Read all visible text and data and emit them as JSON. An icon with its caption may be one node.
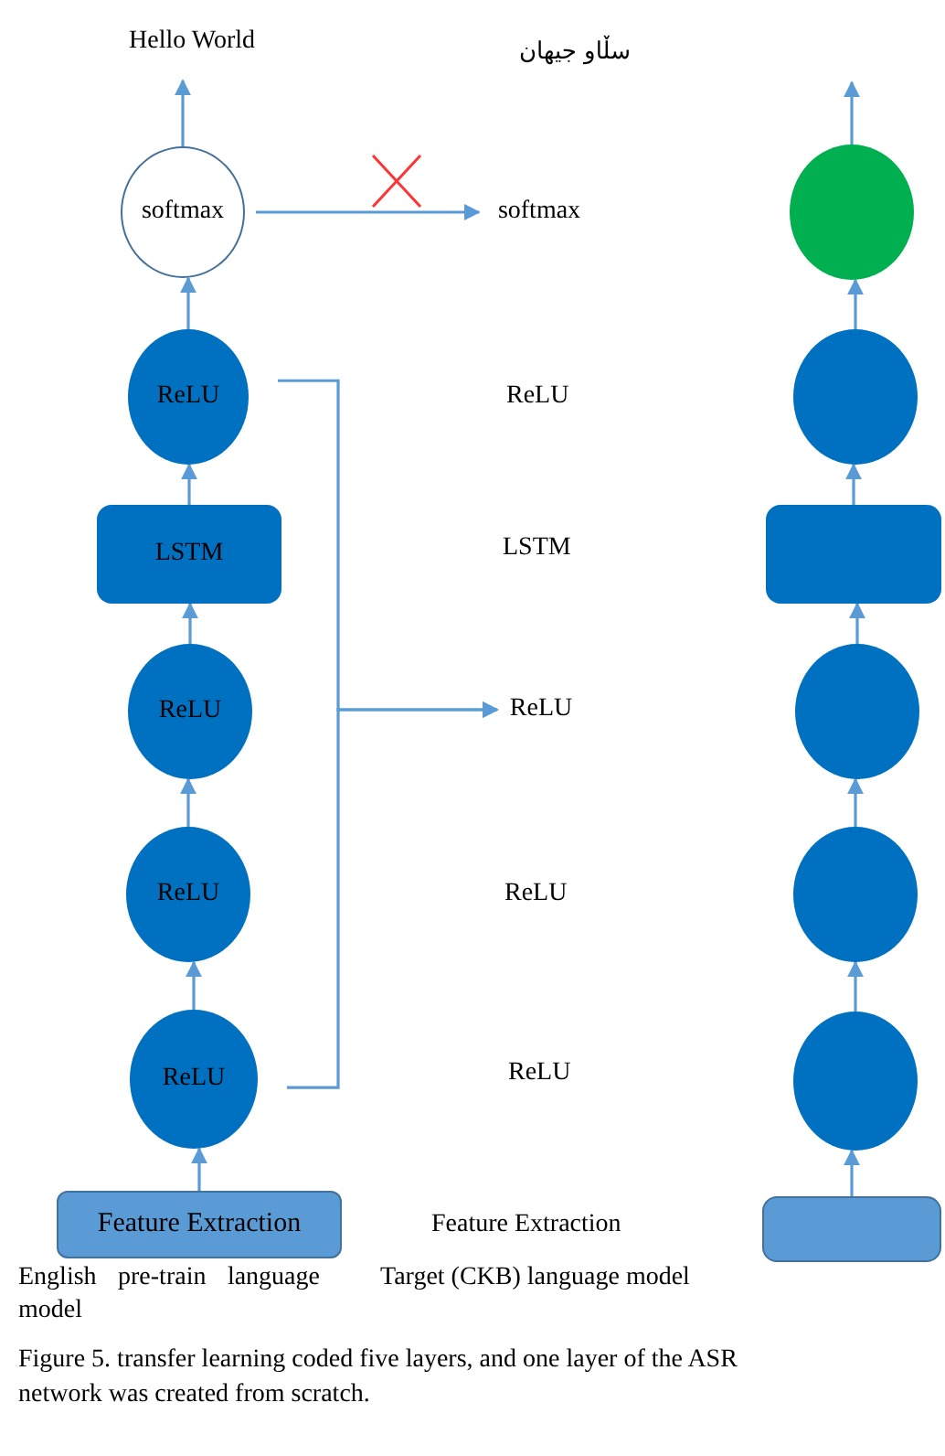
{
  "diagram": {
    "caption": "Figure 5. transfer learning coded five layers, and one layer of the ASR network was created from scratch.",
    "nodes": [
      {
        "text": [
          "Hello World"
        ]
      },
      {
        "text": [
          "softmax"
        ]
      },
      {
        "text": [
          "ReLU"
        ]
      },
      {
        "text": [
          "LSTM"
        ]
      },
      {
        "text": [
          "ReLU"
        ]
      },
      {
        "text": [
          "ReLU"
        ]
      },
      {
        "text": [
          "ReLU"
        ]
      },
      {
        "text": [
          "Feature Extraction"
        ]
      },
      {
        "text": [
          "softmax"
        ]
      },
      {
        "text": [
          "ReLU"
        ]
      },
      {
        "text": [],
        "shape": "circle"
      },
      {
        "text": [],
        "shape": "circle"
      },
      {
        "text": [],
        "shape": "box"
      },
      {
        "text": [],
        "shape": "circle"
      },
      {
        "text": [],
        "shape": "circle"
      },
      {
        "text": [],
        "shape": "circle"
      },
      {
        "text": [],
        "shape": "box"
      }
    ],
    "edges": [
      {
        "from": 1,
        "to": 0,
        "arrow": "to"
      },
      {
        "from": 2,
        "to": 1,
        "arrow": "to"
      },
      {
        "from": 3,
        "to": 2,
        "arrow": "to"
      },
      {
        "from": 4,
        "to": 3,
        "arrow": "to"
      },
      {
        "from": 5,
        "to": 4,
        "arrow": "to"
      },
      {
        "from": 6,
        "to": 5,
        "arrow": "to"
      },
      {
        "from": 7,
        "to": 6,
        "arrow": "to"
      },
      {
        "from": 1,
        "to": 8,
        "arrow": "to"
      },
      {
        "from": 2,
        "to": 9,
        "arrow": "to"
      },
      {
        "from": 6,
        "to": 9,
        "arrow": "to"
      },
      {
        "from": 10,
        "to": null,
        "arrow": "to"
      },
      {
        "from": 11,
        "to": 10,
        "arrow": "to"
      },
      {
        "from": 12,
        "to": 11,
        "arrow": "to"
      },
      {
        "from": 13,
        "to": 12,
        "arrow": "to"
      },
      {
        "from": 14,
        "to": 13,
        "arrow": "to"
      },
      {
        "from": 15,
        "to": 14,
        "arrow": "to"
      },
      {
        "from": 16,
        "to": 15,
        "arrow": "to"
      }
    ],
    "labels": [
      "سڵاو جیهان",
      "ReLU",
      "LSTM",
      "ReLU",
      "ReLU",
      "Feature Extraction",
      "English pre-train language model",
      "Target (CKB) language model"
    ]
  }
}
